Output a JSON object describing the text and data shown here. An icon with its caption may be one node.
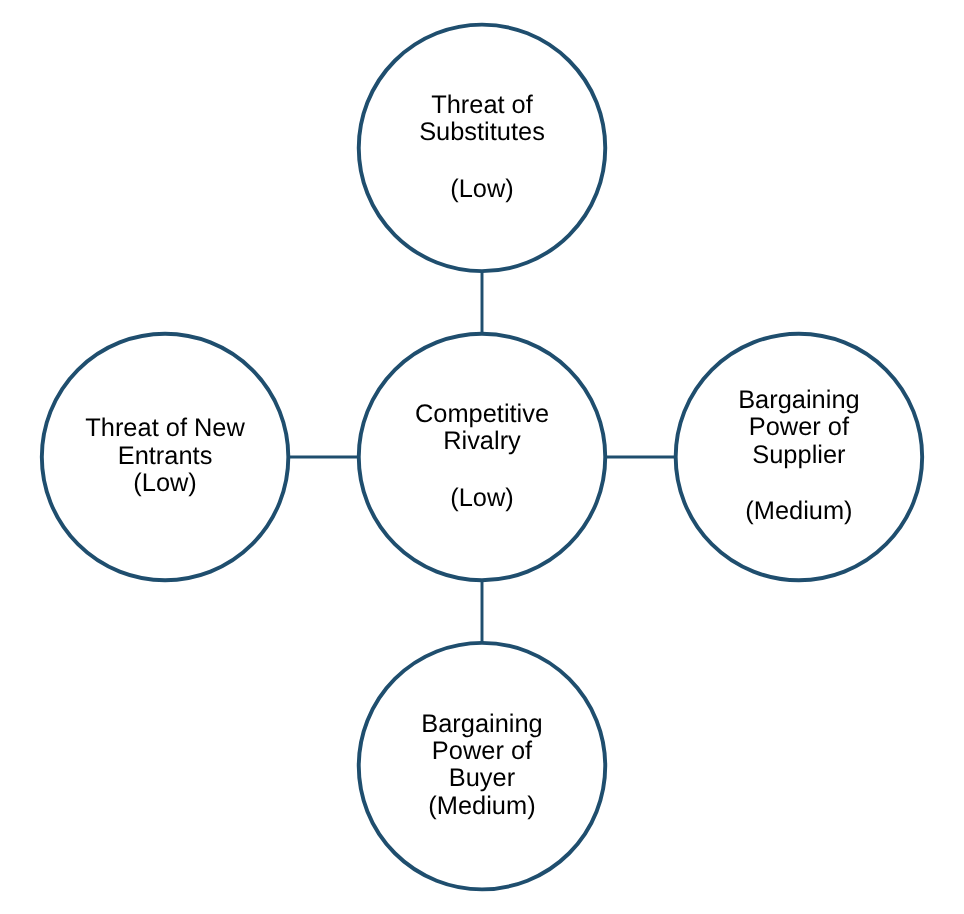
{
  "diagram": {
    "nodes": [
      {
        "text": [
          "Threat of Substitutes",
          "(Low)"
        ]
      },
      {
        "text": [
          "Threat of New Entrants (Low)"
        ]
      },
      {
        "text": [
          "Competitive Rivalry",
          "(Low)"
        ]
      },
      {
        "text": [
          "Bargaining Power of Supplier",
          "(Medium)"
        ]
      },
      {
        "text": [
          "Bargaining Power of Buyer (Medium)"
        ]
      }
    ],
    "edges": [
      {
        "from": 2,
        "to": 0,
        "arrow": "none"
      },
      {
        "from": 1,
        "to": 2,
        "arrow": "none"
      },
      {
        "from": 2,
        "to": 3,
        "arrow": "none"
      },
      {
        "from": 2,
        "to": 4,
        "arrow": "none"
      }
    ]
  }
}
